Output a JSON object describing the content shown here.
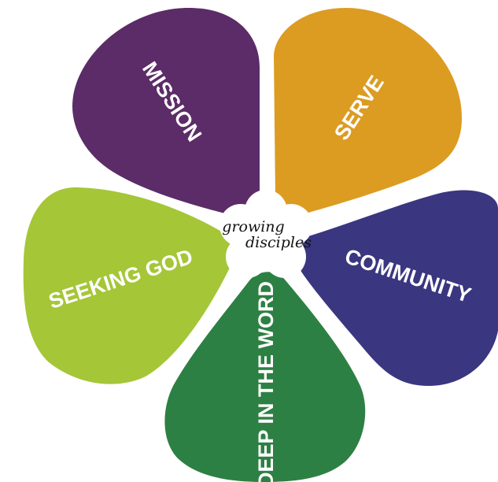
{
  "diagram": {
    "center": {
      "line1": "growing",
      "line2": "disciples",
      "color": "#ffffff"
    },
    "petals": [
      {
        "label": "MISSION",
        "color": "#5b2c67"
      },
      {
        "label": "SERVE",
        "color": "#dc9c22"
      },
      {
        "label": "COMMUNITY",
        "color": "#3a3680"
      },
      {
        "label": "DEEP IN THE WORD",
        "color": "#2d8043"
      },
      {
        "label": "SEEKING GOD",
        "color": "#a5c637"
      }
    ]
  }
}
